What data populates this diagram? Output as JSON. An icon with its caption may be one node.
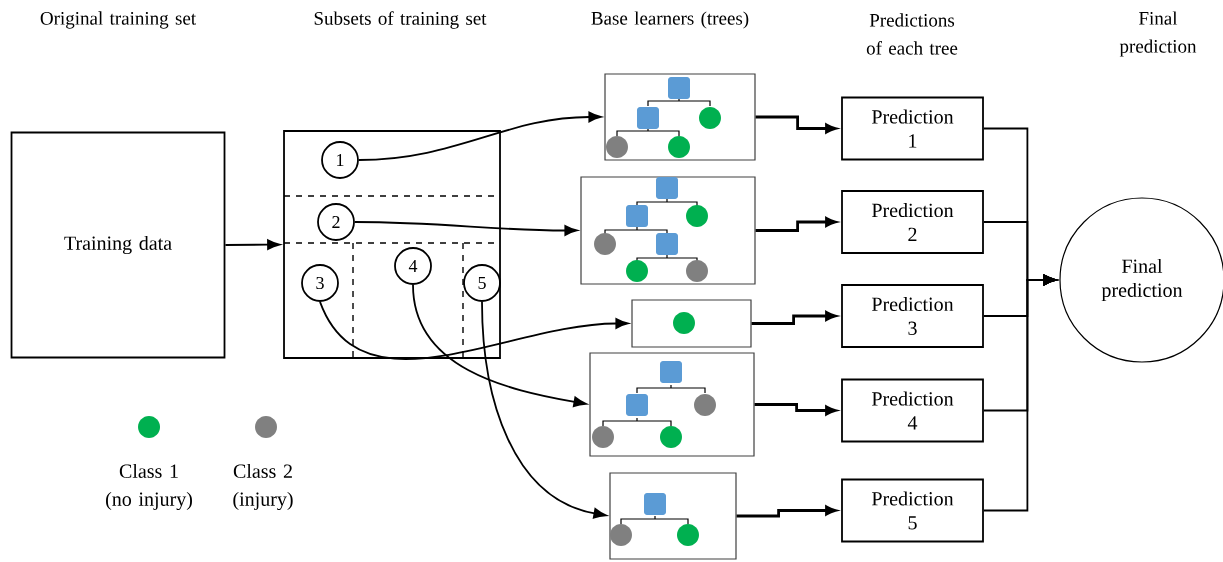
{
  "diagram": {
    "nodes": [
      {
        "text": [
          "Training data"
        ]
      },
      {
        "text": [],
        "shape": "box"
      },
      {
        "text": [
          "1"
        ],
        "in": 1
      },
      {
        "text": [
          "2"
        ],
        "in": 1
      },
      {
        "text": [
          "3"
        ],
        "in": 1
      },
      {
        "text": [
          "4"
        ],
        "in": 1
      },
      {
        "text": [
          "5"
        ],
        "in": 1
      },
      {
        "text": [],
        "shape": "box"
      },
      {
        "text": [],
        "shape": "box"
      },
      {
        "text": [],
        "shape": "box"
      },
      {
        "text": [],
        "shape": "box"
      },
      {
        "text": [],
        "shape": "box"
      },
      {
        "text": [
          "Prediction 1"
        ]
      },
      {
        "text": [
          "Prediction 2"
        ]
      },
      {
        "text": [
          "Prediction 3"
        ]
      },
      {
        "text": [
          "Prediction 4"
        ]
      },
      {
        "text": [
          "Prediction 5"
        ]
      },
      {
        "text": [
          "Final prediction"
        ]
      }
    ],
    "edges": [
      {
        "from": 0,
        "to": 1,
        "arrow": "to"
      },
      {
        "from": 2,
        "to": 7,
        "arrow": "to"
      },
      {
        "from": 3,
        "to": 8,
        "arrow": "to"
      },
      {
        "from": 4,
        "to": 9,
        "arrow": "to"
      },
      {
        "from": 5,
        "to": 10,
        "arrow": "to"
      },
      {
        "from": 6,
        "to": 11,
        "arrow": "to"
      },
      {
        "from": 7,
        "to": 12,
        "arrow": "to"
      },
      {
        "from": 8,
        "to": 13,
        "arrow": "to"
      },
      {
        "from": 9,
        "to": 14,
        "arrow": "to"
      },
      {
        "from": 10,
        "to": 15,
        "arrow": "to"
      },
      {
        "from": 11,
        "to": 16,
        "arrow": "to"
      },
      {
        "from": 12,
        "to": 17,
        "arrow": "to"
      },
      {
        "from": 13,
        "to": 17,
        "arrow": "to"
      },
      {
        "from": 14,
        "to": 17,
        "arrow": "to"
      },
      {
        "from": 15,
        "to": 17,
        "arrow": "to"
      },
      {
        "from": 16,
        "to": 17,
        "arrow": "to"
      }
    ],
    "labels": [
      "Original training set",
      "Subsets of training set",
      "Base learners (trees)",
      "Predictions of each tree",
      "Final prediction"
    ],
    "legend": [
      {
        "text": "Class 1 (no injury)",
        "color": "#00b050"
      },
      {
        "text": "Class 2 (injury)",
        "color": "#808080"
      }
    ]
  }
}
